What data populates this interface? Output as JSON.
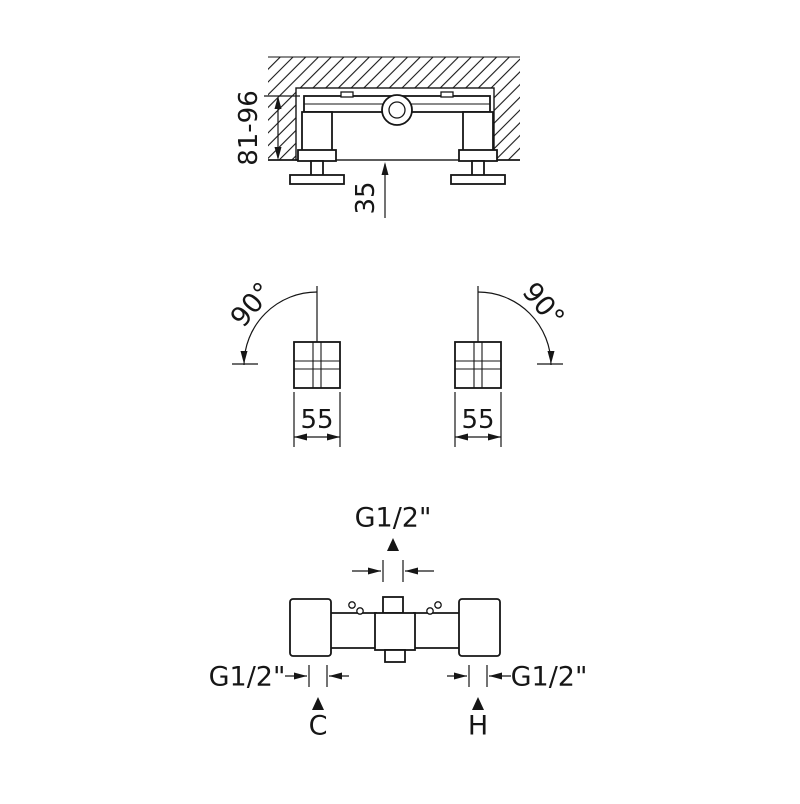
{
  "page": {
    "background": "#ffffff",
    "line_color": "#161616"
  },
  "top_view": {
    "depth_dimension": "81-96",
    "protrusion_dimension": "35"
  },
  "rotation_view": {
    "left_angle": "90°",
    "right_angle": "90°",
    "left_width": "55",
    "right_width": "55"
  },
  "front_view": {
    "top_thread": "G1/2\"",
    "left_thread": "G1/2\"",
    "right_thread": "G1/2\"",
    "cold_label": "C",
    "hot_label": "H"
  }
}
